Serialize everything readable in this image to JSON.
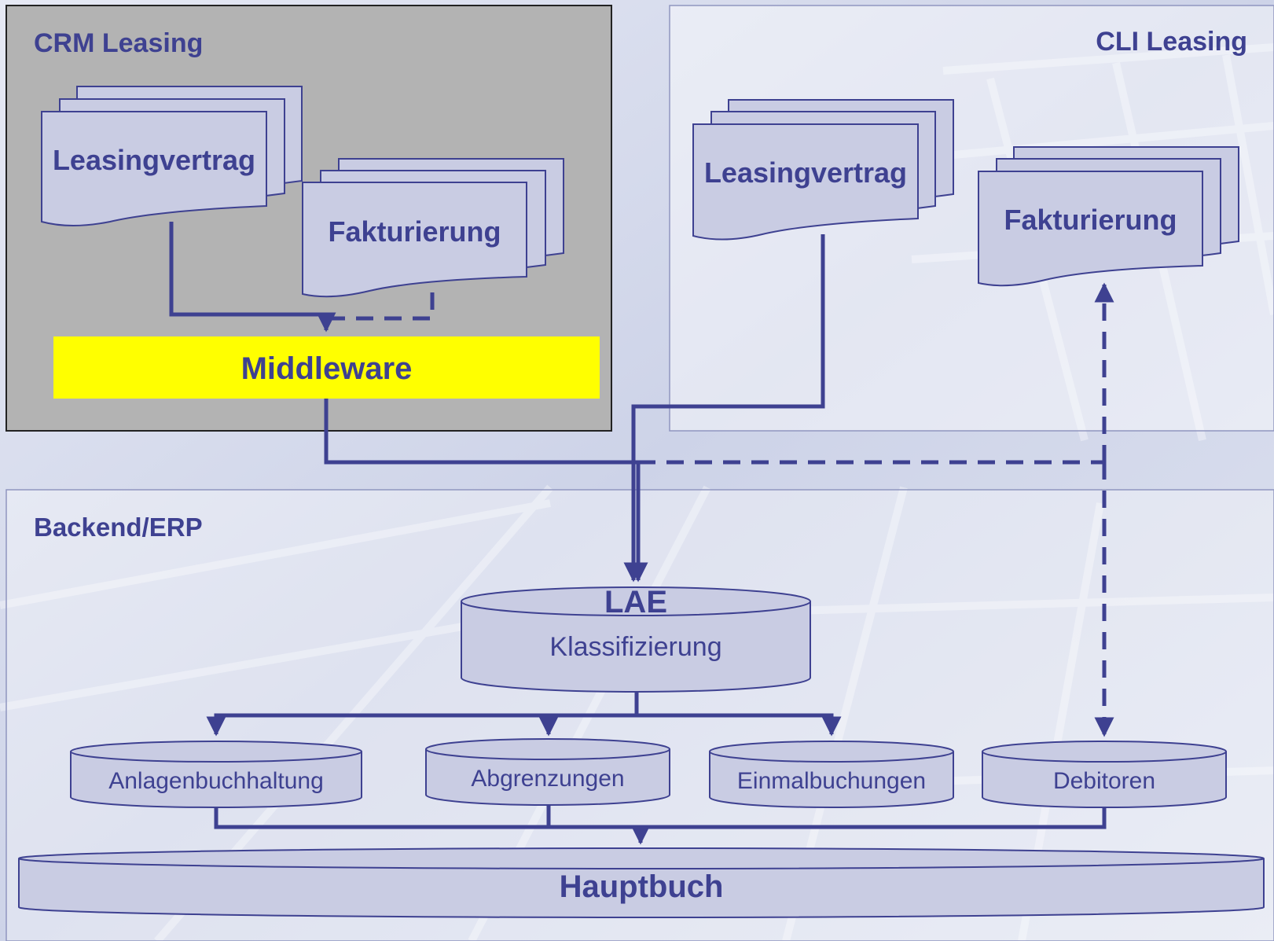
{
  "panels": {
    "crm": {
      "title": "CRM Leasing"
    },
    "cli": {
      "title": "CLI Leasing"
    },
    "backend": {
      "title": "Backend/ERP"
    }
  },
  "documents": {
    "crm_leasingvertrag": "Leasingvertrag",
    "crm_fakturierung": "Fakturierung",
    "cli_leasingvertrag": "Leasingvertrag",
    "cli_fakturierung": "Fakturierung"
  },
  "middleware": {
    "label": "Middleware",
    "color": "#ffff00"
  },
  "lae": {
    "title": "LAE",
    "subtitle": "Klassifizierung"
  },
  "subledgers": [
    "Anlagenbuchhaltung",
    "Abgrenzungen",
    "Einmalbuchungen",
    "Debitoren"
  ],
  "hauptbuch": {
    "label": "Hauptbuch"
  },
  "colors": {
    "line": "#3e4191",
    "shape_fill": "#c9cce3",
    "crm_panel": "#b3b3b3",
    "text": "#3e4191"
  }
}
